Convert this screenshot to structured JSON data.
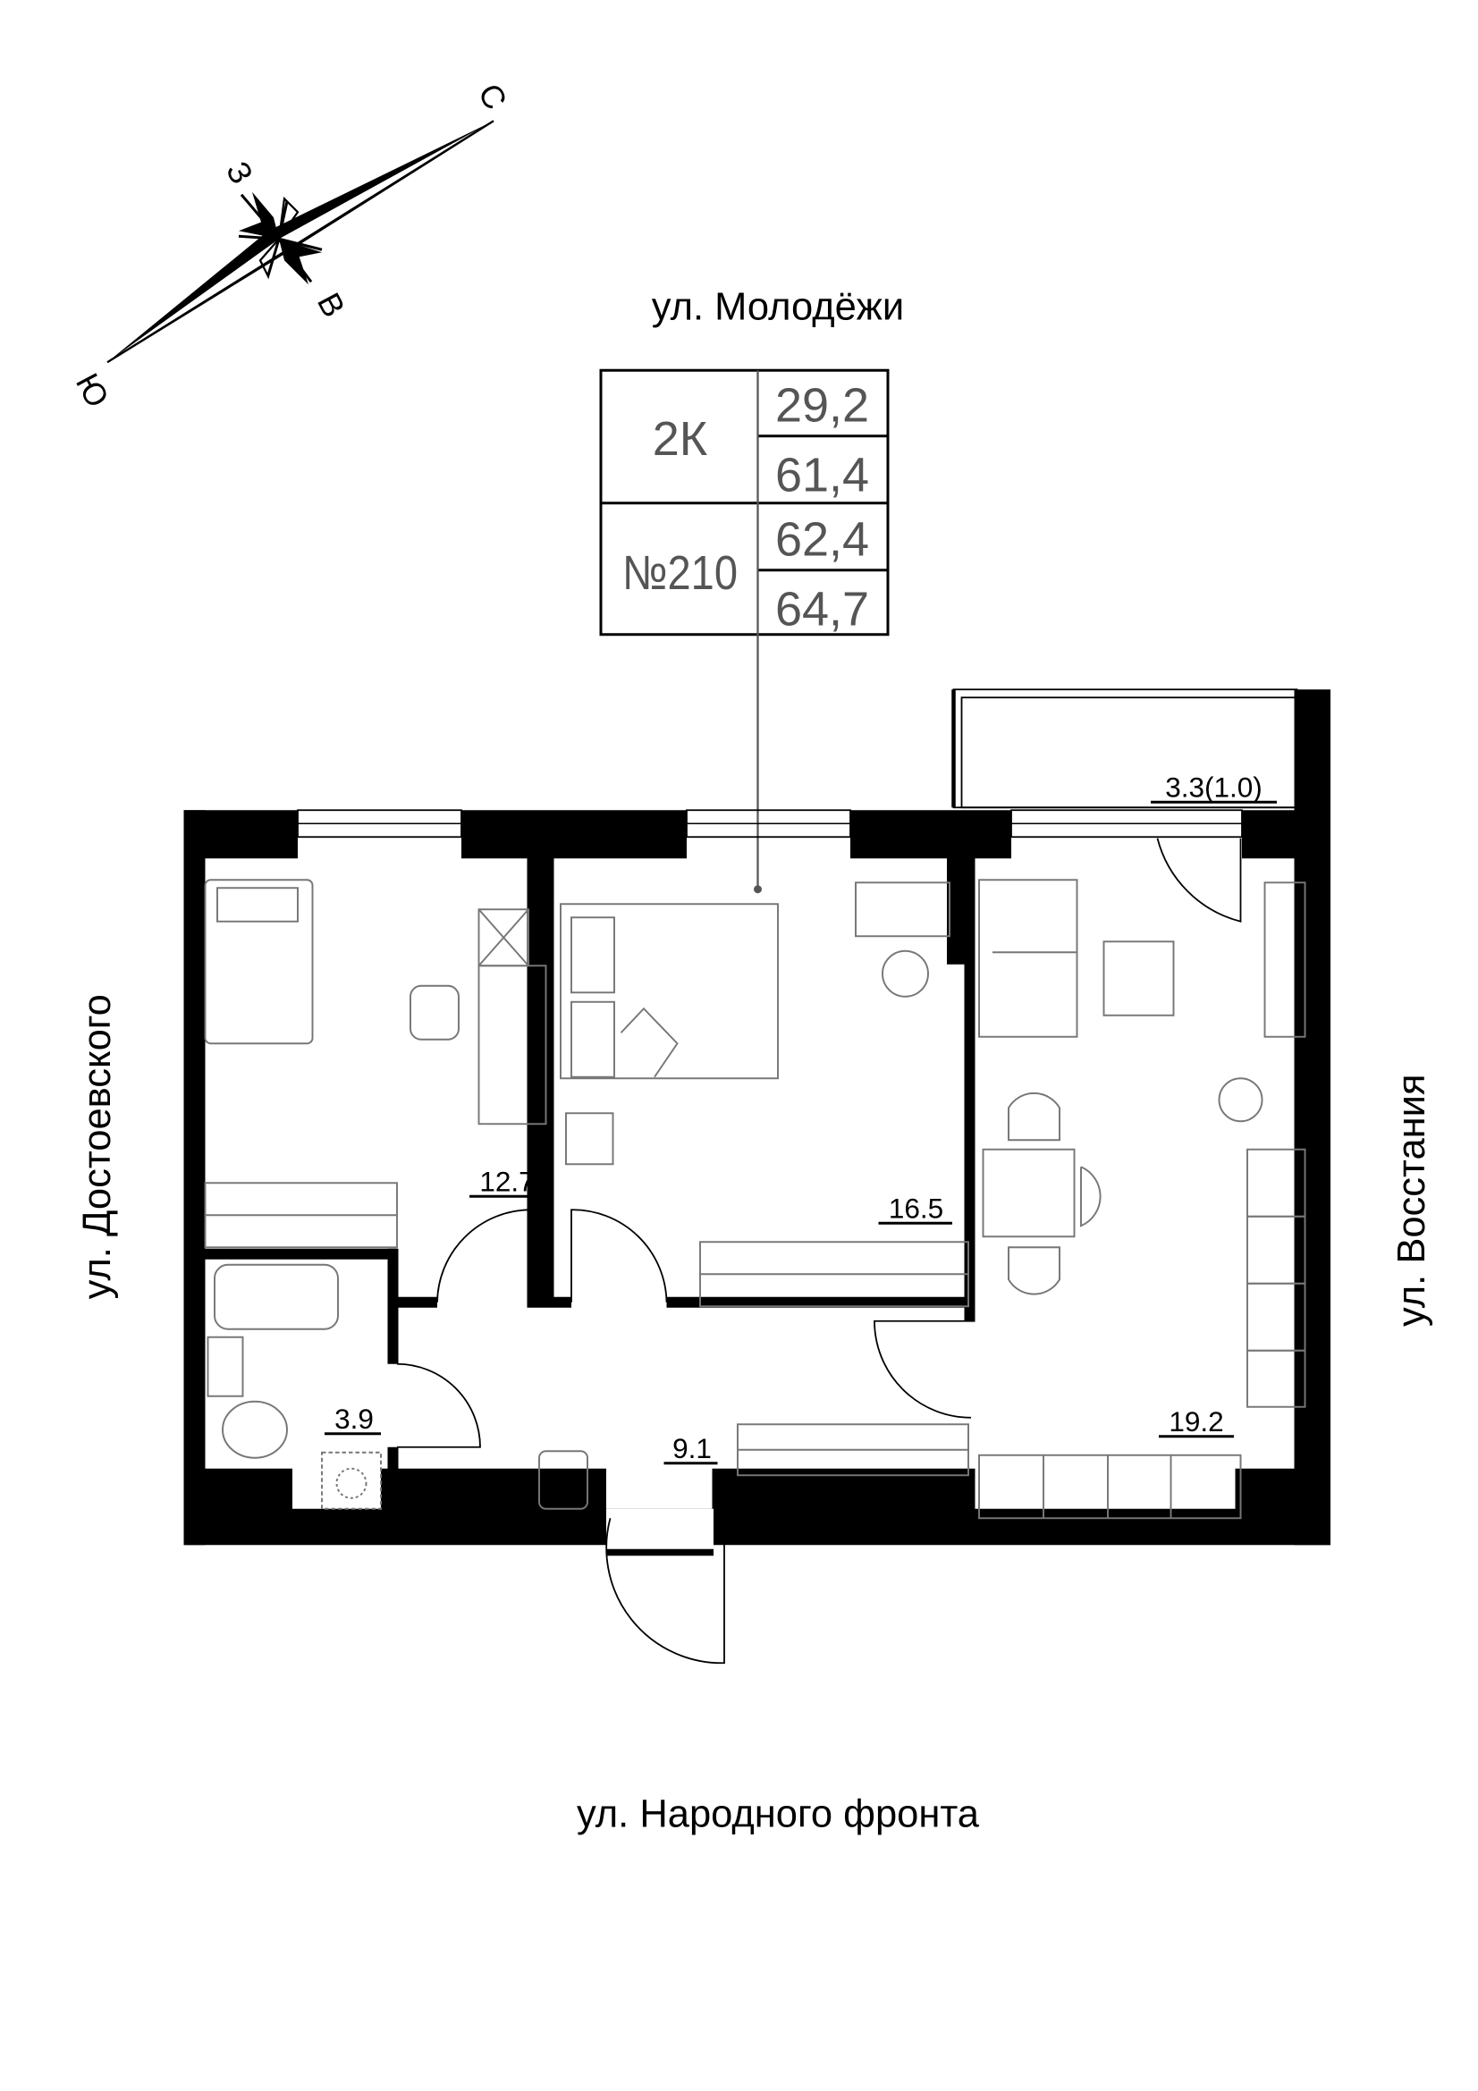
{
  "streets": {
    "north": "ул. Молодёжи",
    "south": "ул. Народного фронта",
    "west": "ул. Достоевского",
    "east": "ул. Восстания"
  },
  "compass": {
    "north": "С",
    "west": "З",
    "east": "В",
    "south": "Ю"
  },
  "apartment_table": {
    "type": "2К",
    "number": "№210",
    "values": [
      "29,2",
      "61,4",
      "62,4",
      "64,7"
    ],
    "text_color": "#555555"
  },
  "rooms": {
    "bedroom_1": "12.7",
    "bedroom_2": "16.5",
    "living_kitchen": "19.2",
    "bathroom": "3.9",
    "hall": "9.1",
    "balcony": "3.3(1.0)"
  }
}
